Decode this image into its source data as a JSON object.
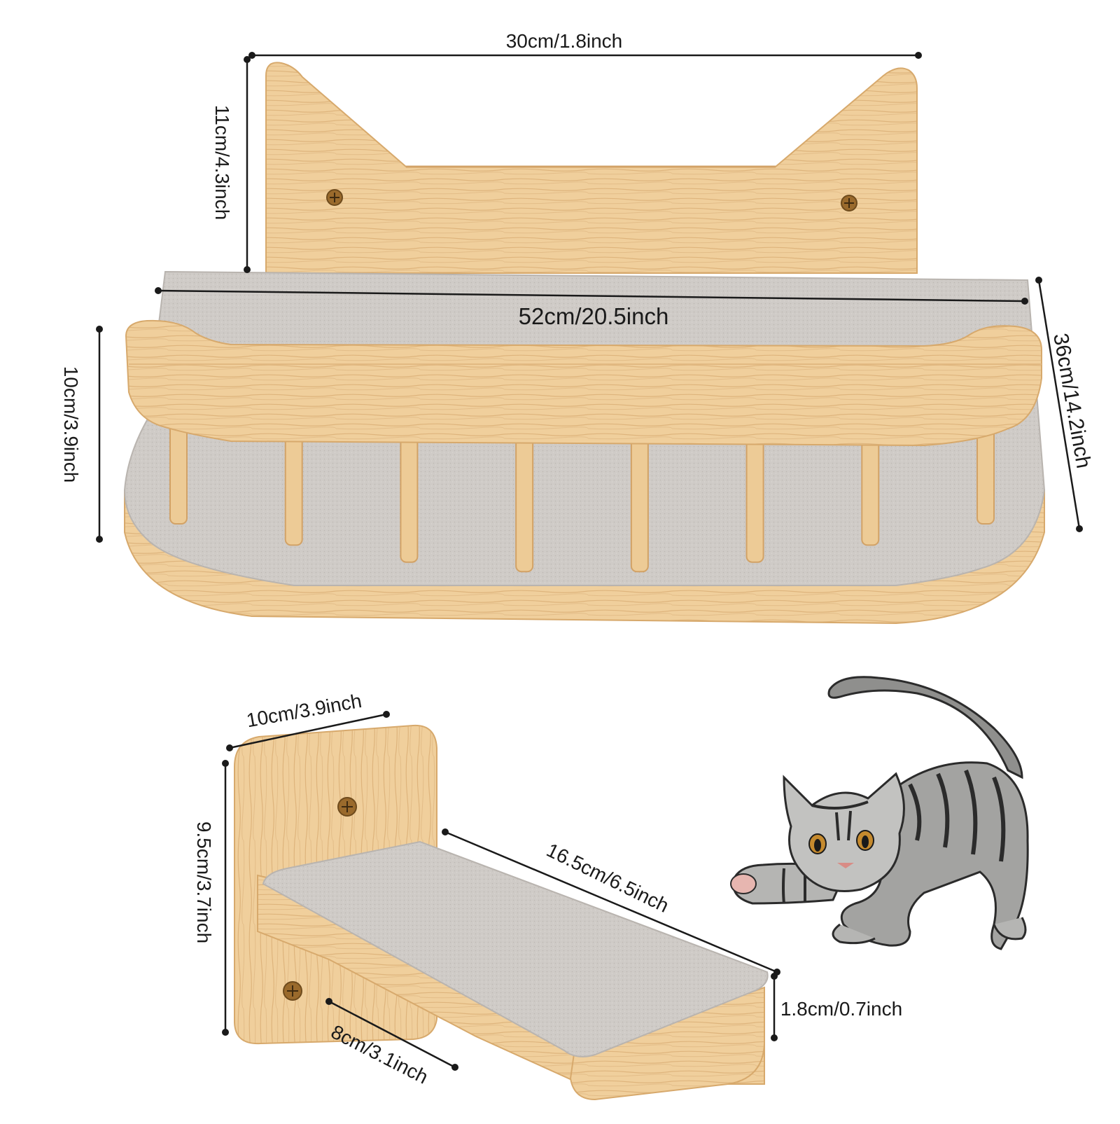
{
  "colors": {
    "background": "#ffffff",
    "wood": "#f0cf9c",
    "wood_dark": "#dcae72",
    "wood_grain": "#d9a96a",
    "felt": "#cfcbc7",
    "felt_dark": "#b9b4af",
    "screw": "#9a6a2c",
    "dimension_line": "#1a1a1a",
    "cat_fur": "#9a9a98",
    "cat_stripe": "#2b2b2b"
  },
  "icons": {
    "dimension_marker": "dot-endpoint-icon",
    "screw": "screw-head-icon"
  },
  "large_shelf": {
    "backboard_width_label": "30cm/1.8inch",
    "backboard_height_label": "11cm/4.3inch",
    "platform_width_label": "52cm/20.5inch",
    "platform_height_label": "10cm/3.9inch",
    "platform_depth_label": "36cm/14.2inch",
    "post_count": 8
  },
  "small_step": {
    "backboard_width_label": "10cm/3.9inch",
    "backboard_height_label": "9.5cm/3.7inch",
    "step_length_label": "16.5cm/6.5inch",
    "step_thickness_label": "1.8cm/0.7inch",
    "bracket_length_label": "8cm/3.1inch"
  }
}
